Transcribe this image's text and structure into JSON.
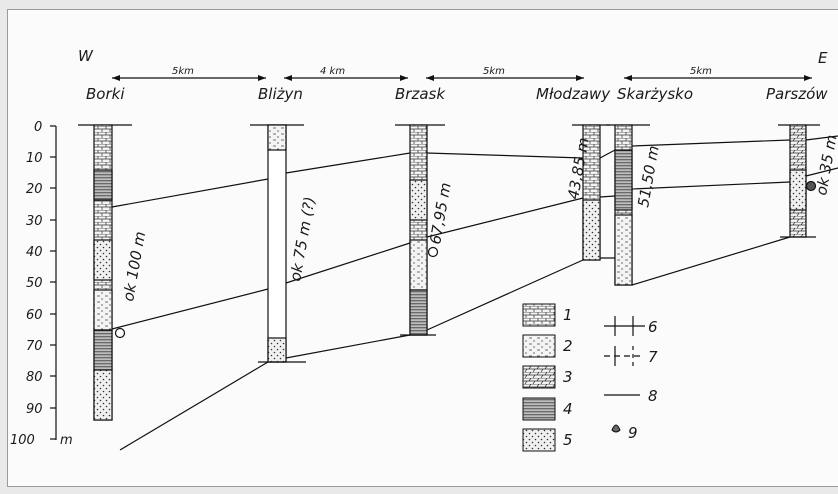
{
  "orientation": {
    "west": "W",
    "east": "E"
  },
  "distances": [
    {
      "label": "5km"
    },
    {
      "label": "4 km"
    },
    {
      "label": "5km"
    },
    {
      "label": "5km"
    }
  ],
  "wells": [
    {
      "name": "Borki",
      "thickness_label": "ok 100 m"
    },
    {
      "name": "Bliżyn",
      "thickness_label": "ok 75 m (?)"
    },
    {
      "name": "Brzask",
      "thickness_label": "67,95 m"
    },
    {
      "name": "Młodzawy",
      "thickness_label": "43,85 m"
    },
    {
      "name": "Skarżysko",
      "thickness_label": "51,50 m"
    },
    {
      "name": "Parszów",
      "thickness_label": "ok 35 m"
    }
  ],
  "depth_axis": {
    "ticks": [
      "0",
      "10",
      "20",
      "30",
      "40",
      "50",
      "60",
      "70",
      "80",
      "90",
      "100"
    ],
    "unit": "m"
  },
  "legend": [
    {
      "label": "1",
      "pattern": "brick"
    },
    {
      "label": "2",
      "pattern": "dash"
    },
    {
      "label": "3",
      "pattern": "diagonal"
    },
    {
      "label": "4",
      "pattern": "stripes"
    },
    {
      "label": "5",
      "pattern": "dots"
    },
    {
      "label": "6",
      "symbol": "solid-cross"
    },
    {
      "label": "7",
      "symbol": "dashed-cross"
    },
    {
      "label": "8",
      "symbol": "line"
    },
    {
      "label": "9",
      "symbol": "shell"
    }
  ]
}
